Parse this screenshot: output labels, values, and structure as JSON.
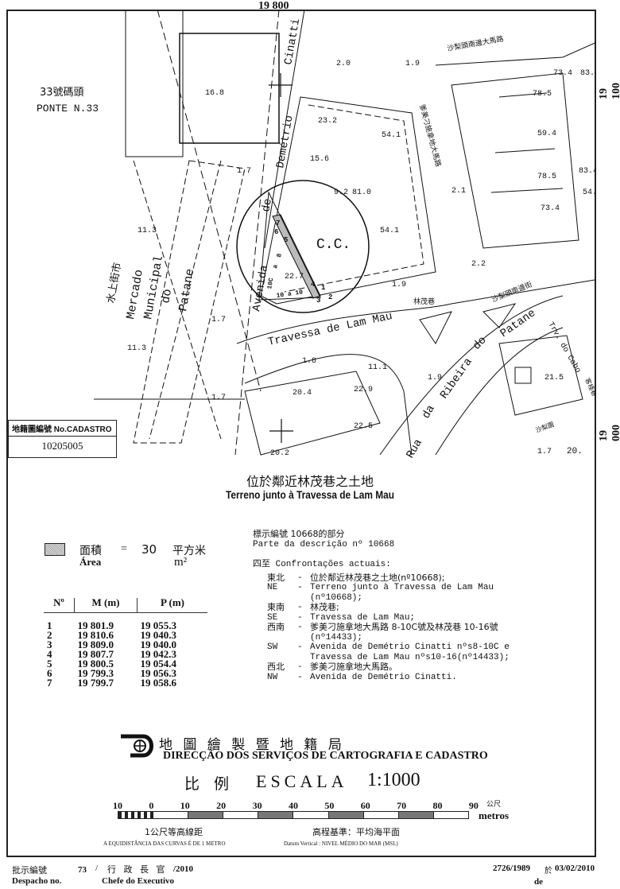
{
  "map": {
    "grid": {
      "top": "19 800",
      "right_upper": "19 100",
      "right_lower": "19 000"
    },
    "pier": {
      "zh": "33號碼頭",
      "pt": "PONTE N.33"
    },
    "market": {
      "zh": "水上街市",
      "pt1": "Mercado",
      "pt2": "Municipal",
      "pt3": "do",
      "pt4": "Patane"
    },
    "avenue": {
      "w1": "Cinatti",
      "w2": "Demétrio",
      "w3": "de",
      "w4": "Avenida"
    },
    "travessa": "Travessa de Lam Mau",
    "travessa_zh": "林茂巷",
    "rua": {
      "w1": "Rua",
      "w2": "da",
      "w3": "Ribeira",
      "w4": "do",
      "w5": "Patane"
    },
    "trv_cabo": "Trv. do Cabo",
    "zh_street1": "沙梨頭南邊大馬路",
    "zh_street2": "沙梨頭南邊街",
    "zh_street3": "爹美刁施拿地大馬路",
    "zh_street4": "沙梨園",
    "zh_street5": "客棧巷",
    "cc": "C.C.",
    "points": [
      "1",
      "2",
      "3",
      "4",
      "5",
      "6",
      "7"
    ],
    "parcel_label": "22.7",
    "numbering": {
      "a": "10 a 10",
      "b": "10C",
      "c": "8",
      "d": "a"
    },
    "heights": [
      "16.8",
      "2.0",
      "1.9",
      "23.2",
      "54.1",
      "15.6",
      "9.2",
      "81.0",
      "54.1",
      "73.4",
      "83.4",
      "78.5",
      "59.4",
      "83.4",
      "78.5",
      "54.",
      "73.4",
      "2.1",
      "2.2",
      "1.9",
      "11.3",
      "11.3",
      "1.7",
      "1.7",
      "1.8",
      "1.7",
      "11.1",
      "20.4",
      "22.9",
      "22.5",
      "20.2",
      "1.9",
      "21.5",
      "1.7",
      "20."
    ],
    "cadastro": {
      "label_zh": "地籍圖編號",
      "label_pt": "No.CADASTRO",
      "value": "10205005"
    }
  },
  "title": {
    "zh": "位於鄰近林茂巷之土地",
    "pt": "Terreno junto à Travessa de Lam Mau"
  },
  "area": {
    "zh": "面積",
    "pt": "Área",
    "eq": "=",
    "value": "30",
    "unit_zh": "平方米",
    "unit": "m²"
  },
  "coords_table": {
    "headers": [
      "Nº",
      "M (m)",
      "P (m)"
    ],
    "rows": [
      [
        "1",
        "19 801.9",
        "19 055.3"
      ],
      [
        "2",
        "19 810.6",
        "19 040.3"
      ],
      [
        "3",
        "19 809.0",
        "19 040.0"
      ],
      [
        "4",
        "19 807.7",
        "19 042.3"
      ],
      [
        "5",
        "19 800.5",
        "19 054.4"
      ],
      [
        "6",
        "19 799.3",
        "19 056.3"
      ],
      [
        "7",
        "19 799.7",
        "19 058.6"
      ]
    ]
  },
  "description": {
    "ref_zh": "標示編號 10668的部分",
    "ref_pt": "Parte da descrição nº 10668",
    "conf_zh": "四至",
    "conf_pt": "Confrontações actuais:",
    "entries": [
      {
        "k": "東北",
        "t": "位於鄰近林茂巷之土地(nº10668);"
      },
      {
        "k": "NE",
        "t": "Terreno junto à Travessa de Lam Mau"
      },
      {
        "k": "",
        "t": "(nº10668);"
      },
      {
        "k": "東南",
        "t": "林茂巷;"
      },
      {
        "k": "SE",
        "t": "Travessa de Lam Mau;"
      },
      {
        "k": "西南",
        "t": "爹美刁施拿地大馬路 8-10C號及林茂巷 10-16號"
      },
      {
        "k": "",
        "t": "(nº14433);"
      },
      {
        "k": "SW",
        "t": "Avenida de Demétrio Cinatti nºs8-10C e"
      },
      {
        "k": "",
        "t": "Travessa de Lam Mau nºs10-16(nº14433);"
      },
      {
        "k": "西北",
        "t": "爹美刁施拿地大馬路。"
      },
      {
        "k": "NW",
        "t": "Avenida de Demétrio Cinatti."
      }
    ]
  },
  "agency": {
    "zh": "地 圖 繪 製 暨 地 籍 局",
    "pt": "DIRECÇÃO DOS SERVIÇOS DE CARTOGRAFIA E CADASTRO"
  },
  "scale": {
    "zh": "比 例",
    "pt": "ESCALA",
    "value": "1:1000",
    "ticks": [
      "10",
      "0",
      "10",
      "20",
      "30",
      "40",
      "50",
      "60",
      "70",
      "80",
      "90"
    ],
    "unit_zh": "公尺",
    "unit": "metros",
    "contour_zh": "1公尺等高線距",
    "contour_pt": "A EQUIDISTÂNCIA DAS CURVAS É DE 1 METRO",
    "datum_zh": "高程基準：平均海平面",
    "datum_pt": "Datum Vertical : NIVEL MÉDIO DO MAR (MSL)"
  },
  "footer": {
    "despacho_zh": "批示編號",
    "despacho_pt": "Despacho no.",
    "number": "73",
    "slash": "/",
    "chief_zh": "行 政 長 官",
    "chief_pt": "Chefe do Executivo",
    "year": "/2010",
    "ref": "2726/1989",
    "at_zh": "於",
    "date": "03/02/2010",
    "de": "de"
  }
}
